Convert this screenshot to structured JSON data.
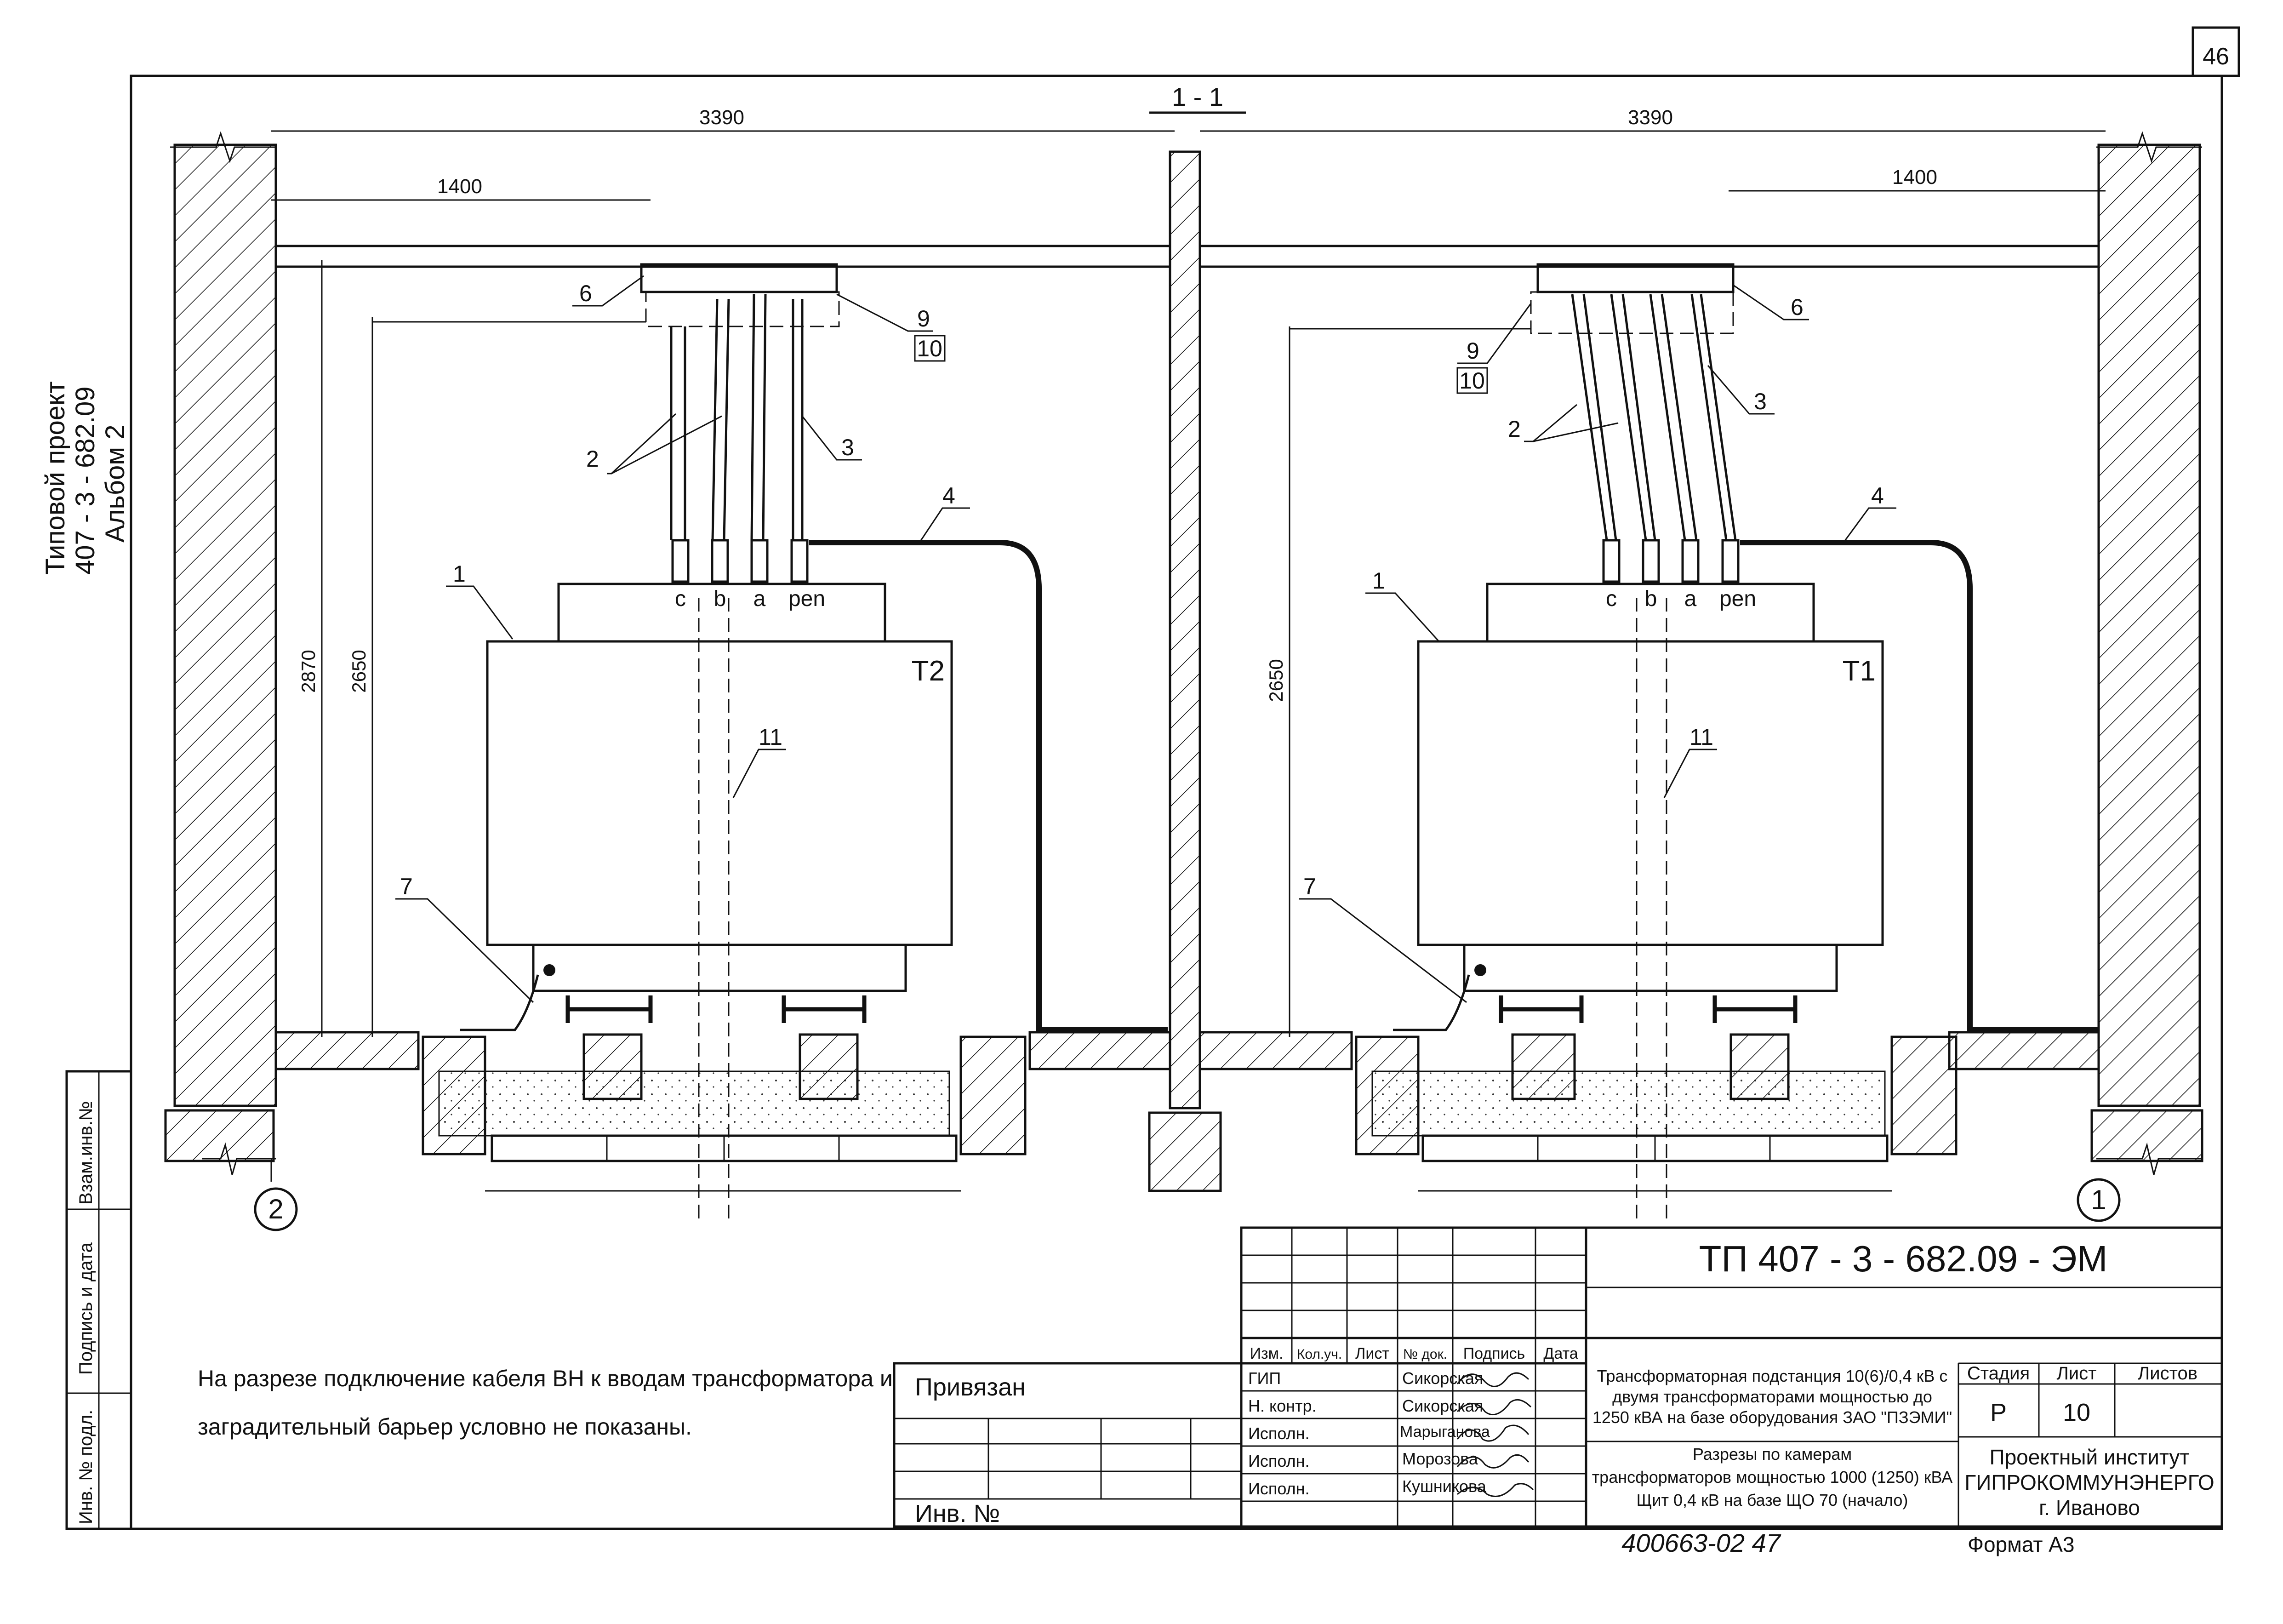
{
  "sheet": {
    "sheet_number": "46",
    "format": "Формат А3"
  },
  "side_stamp": {
    "line1": "Типовой проект",
    "line2": "407 - 3 - 682.09",
    "line3": "Альбом 2"
  },
  "left_margin_labels": [
    "Взам.инв.№",
    "Подпись и дата",
    "Инв. № подл."
  ],
  "section_label": "1 - 1",
  "dimensions": {
    "left_width": "3390",
    "right_width": "3390",
    "left_offset": "1400",
    "right_offset": "1400",
    "height_2870": "2870",
    "height_2650_left": "2650",
    "height_2650_right": "2650"
  },
  "axes": {
    "left": "2",
    "right": "1"
  },
  "transformers": {
    "left_name": "T2",
    "right_name": "T1",
    "terminals": [
      "c",
      "b",
      "a",
      "pen"
    ]
  },
  "callouts": [
    "1",
    "2",
    "3",
    "4",
    "6",
    "7",
    "9",
    "10",
    "11"
  ],
  "note": {
    "line1": "На разрезе подключение кабеля ВН к вводам трансформатора и",
    "line2": "заградительный барьер условно не показаны."
  },
  "binding_box": {
    "title": "Привязан",
    "inv": "Инв. №"
  },
  "title_block": {
    "code": "ТП  407 - 3 - 682.09 - ЭМ",
    "header": [
      "Изм.",
      "Кол.уч.",
      "Лист",
      "№ док.",
      "Подпись",
      "Дата"
    ],
    "roles": [
      {
        "role": "ГИП",
        "name": "Сикорская"
      },
      {
        "role": "Н. контр.",
        "name": "Сикорская"
      },
      {
        "role": "Исполн.",
        "name": "Марыганова"
      },
      {
        "role": "Исполн.",
        "name": "Морозова"
      },
      {
        "role": "Исполн.",
        "name": "Кушникова"
      }
    ],
    "object_lines": [
      "Трансформаторная подстанция 10(6)/0,4 кВ с",
      "двумя трансформаторами мощностью до",
      "1250 кВА на базе оборудования ЗАО \"ПЗЭМИ\""
    ],
    "sheet_title_lines": [
      "Разрезы по камерам",
      "трансформаторов мощностью 1000 (1250) кВА",
      "Щит 0,4 кВ на базе ЩО 70 (начало)"
    ],
    "stage_label": "Стадия",
    "sheet_label": "Лист",
    "sheets_label": "Листов",
    "stage": "Р",
    "sheet": "10",
    "org_lines": [
      "Проектный институт",
      "ГИПРОКОММУНЭНЕРГО",
      "г. Иваново"
    ]
  },
  "handwritten_number": "400663-02  47"
}
